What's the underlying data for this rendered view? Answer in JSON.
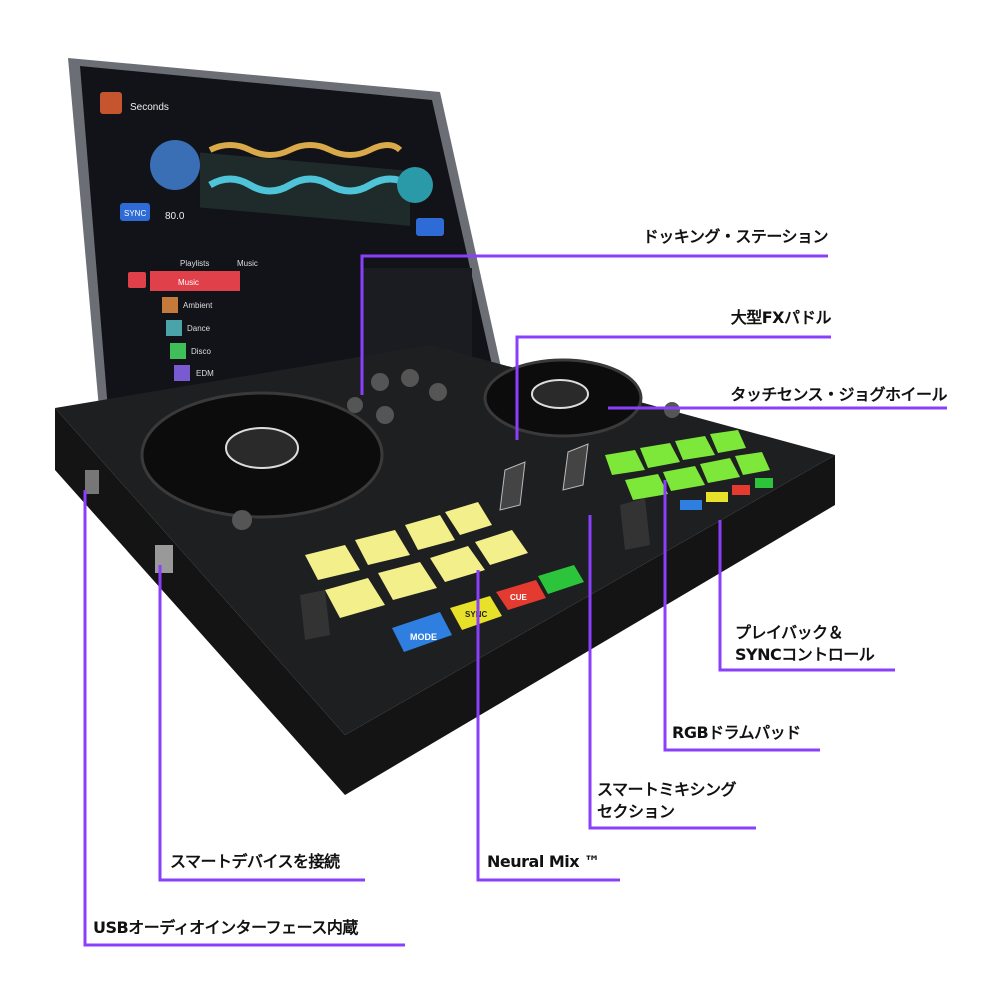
{
  "accent_color": "#8a3ffc",
  "callouts": {
    "docking": "ドッキング・ステーション",
    "fx_paddle": "大型FXパドル",
    "jog_wheel": "タッチセンス・ジョグホイール",
    "playback_line1": "プレイバック＆",
    "playback_line2": "SYNCコントロール",
    "rgb_pads": "RGBドラムパッド",
    "smart_mixing_line1": "スマートミキシング",
    "smart_mixing_line2": "セクション",
    "neural_mix": "Neural Mix ™",
    "smart_device": "スマートデバイスを接続",
    "usb_audio": "USBオーディオインターフェース内蔵"
  },
  "device": {
    "buttons": {
      "mode": "MODE",
      "sync": "SYNC",
      "cue": "CUE"
    },
    "tablet": {
      "track_title": "Seconds",
      "tempo": "80.0",
      "sync": "SYNC",
      "playlists": "Playlists",
      "music": "Music",
      "list": [
        "Music",
        "Ambient",
        "Dance",
        "Disco",
        "EDM"
      ]
    }
  }
}
